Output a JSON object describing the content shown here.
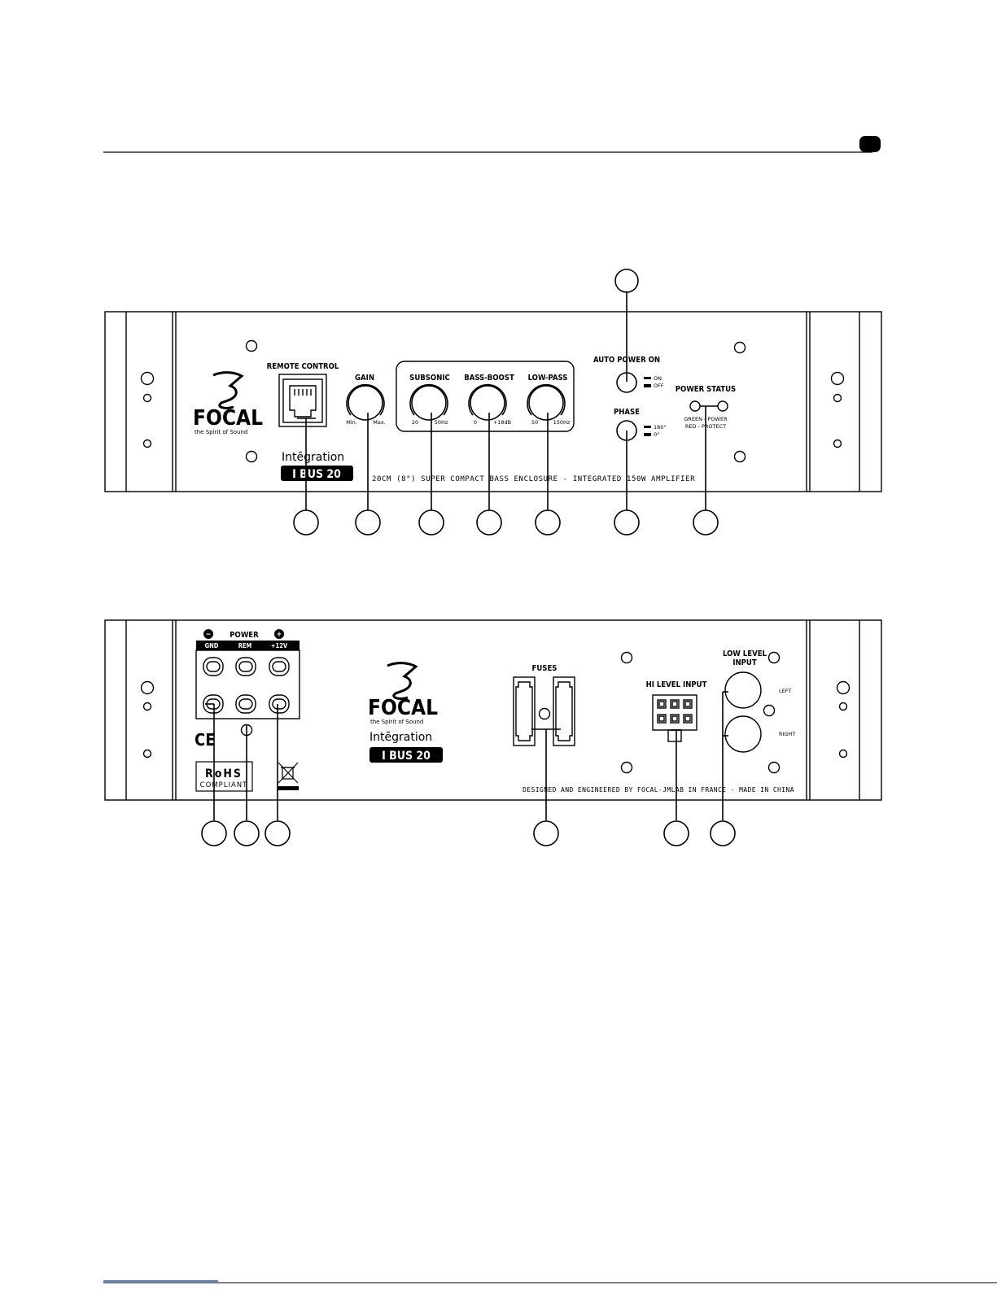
{
  "front_panel": {
    "remote_control": "REMOTE CONTROL",
    "gain": "GAIN",
    "gain_min": "Min.",
    "gain_max": "Max.",
    "subsonic": "SUBSONIC",
    "subsonic_min": "20",
    "subsonic_max": "50Hz",
    "bass_boost": "BASS-BOOST",
    "bass_boost_min": "0",
    "bass_boost_max": "+18dB",
    "low_pass": "LOW-PASS",
    "low_pass_min": "50",
    "low_pass_max": "150Hz",
    "auto_power_on": "AUTO POWER ON",
    "auto_on": "ON",
    "auto_off": "OFF",
    "phase": "PHASE",
    "phase_180": "180°",
    "phase_0": "0°",
    "power_status": "POWER STATUS",
    "status_green": "GREEN - POWER",
    "status_red": "RED - PROTECT",
    "description": "20CM (8\") SUPER COMPACT BASS ENCLOSURE - INTEGRATED 150W AMPLIFIER"
  },
  "brand": {
    "name": "FOCAL",
    "tagline": "the Spirit of Sound",
    "series": "Intēgration",
    "model": "I BUS 20"
  },
  "rear_panel": {
    "power": "POWER",
    "gnd": "GND",
    "rem": "REM",
    "plus12v": "+12V",
    "minus_symbol": "−",
    "plus_symbol": "+",
    "ce": "CE",
    "rohs": "RoHS",
    "compliant": "COMPLIANT",
    "fuses": "FUSES",
    "hi_level_input": "HI LEVEL INPUT",
    "low_level_input_1": "LOW LEVEL",
    "low_level_input_2": "INPUT",
    "left": "LEFT",
    "right": "RIGHT",
    "designed": "DESIGNED AND ENGINEERED BY FOCAL-JMLAB IN FRANCE - MADE IN CHINA"
  }
}
